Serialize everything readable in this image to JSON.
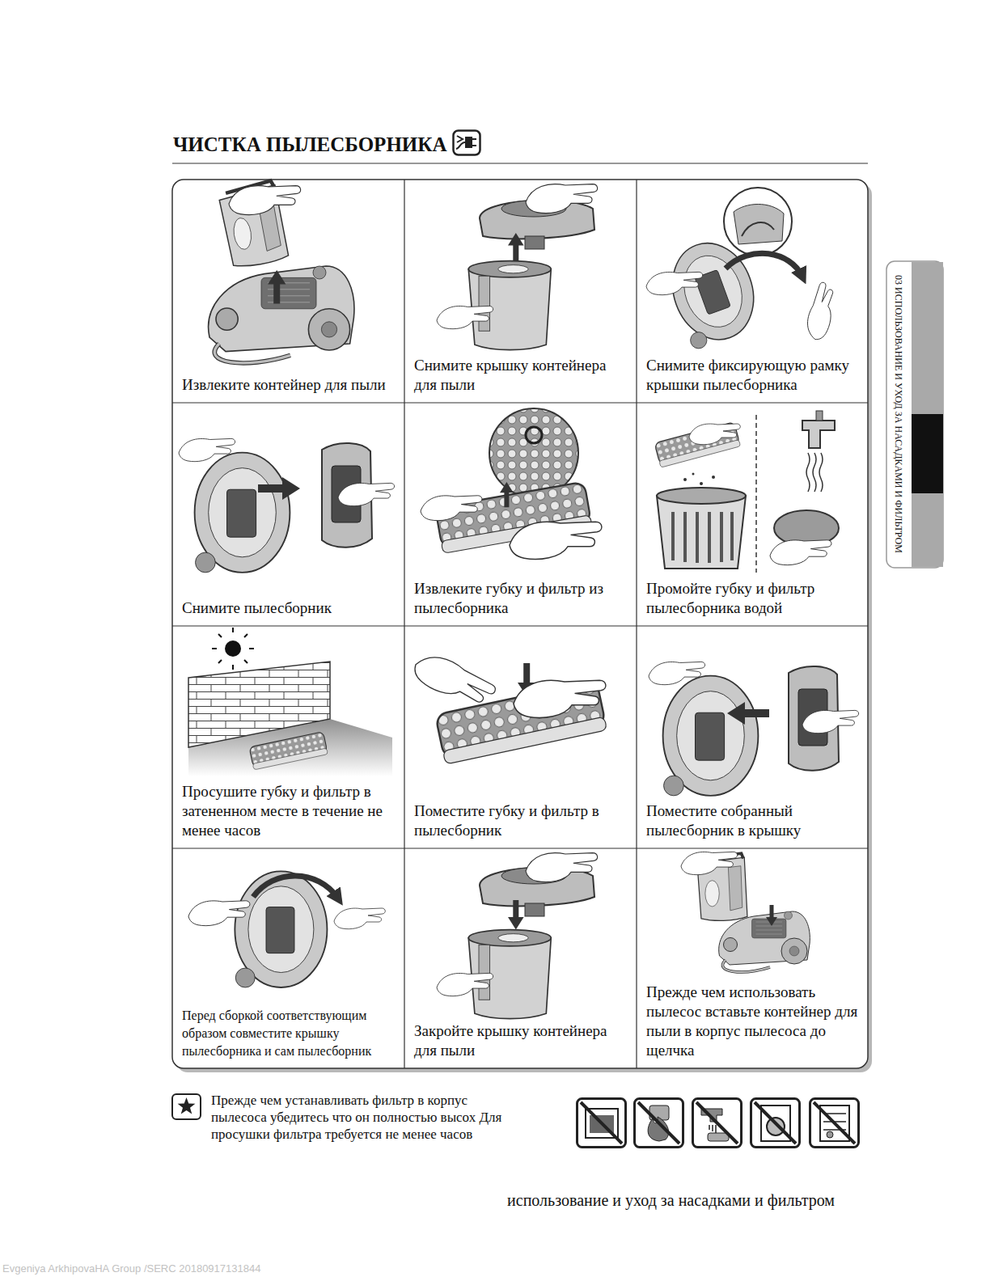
{
  "diagram": {
    "title": "ЧИСТКА ПЫЛЕСБОРНИКА",
    "nodes": [
      {
        "text": [
          "Извлеките контейнер для пыли"
        ]
      },
      {
        "text": [
          "Снимите крышку контейнера для пыли"
        ]
      },
      {
        "text": [
          "Снимите фиксирующую рамку крышки пылесборника"
        ]
      },
      {
        "text": [
          "Снимите пылесборник"
        ]
      },
      {
        "text": [
          "Извлеките губку и фильтр из пылесборника"
        ]
      },
      {
        "text": [
          "Промойте губку и фильтр пылесборника водой"
        ]
      },
      {
        "text": [
          "Просушите губку и фильтр в затененном месте в течение не менее часов"
        ]
      },
      {
        "text": [
          "Поместите губку и фильтр в пылесборник"
        ]
      },
      {
        "text": [
          "Поместите собранный пылесборник в крышку"
        ]
      },
      {
        "text": [
          "Перед сборкой соответствующим образом совместите крышку пылесборника и сам пылесборник"
        ]
      },
      {
        "text": [
          "Закройте крышку контейнера для пыли"
        ]
      },
      {
        "text": [
          "Прежде чем использовать пылесос вставьте контейнер для пыли в корпус пылесоса до щелчка"
        ]
      },
      {
        "text": [
          "03 ИСПОЛЬЗОВАНИЕ И УХОД ЗА НАСАДКАМИ И ФИЛЬТРОМ"
        ]
      }
    ],
    "labels": [
      "Прежде чем устанавливать фильтр в корпус пылесоса убедитесь что он полностью высох Для просушки фильтра требуется не менее часов",
      "использование и уход за насадками и фильтром",
      "Evgeniya ArkhipovaHA Group /SERC 20180917131844"
    ]
  }
}
